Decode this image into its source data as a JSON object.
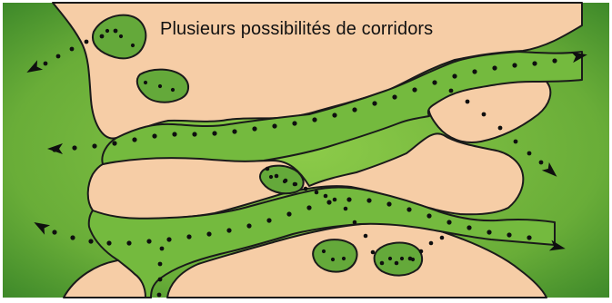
{
  "diagram": {
    "title": "Plusieurs possibilités de corridors"
  },
  "colors": {
    "habitat_green_light": "#7fc241",
    "habitat_green_dark": "#3f8a2a",
    "open_land": "#f6cda6",
    "outline": "#1a1a1a",
    "dots": "#0f0f0f"
  },
  "elements": {
    "background": "green habitat",
    "open_zones": "beige open land",
    "corridors": "green wooded corridors",
    "stepping_stones": "small green patches",
    "arrows": "dotted movement paths"
  }
}
